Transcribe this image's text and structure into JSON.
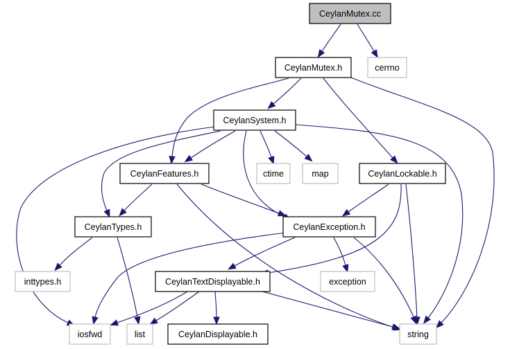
{
  "colors": {
    "edge": "#191970",
    "root_fill": "#bfbfbf",
    "system_border": "#bfbfbf",
    "local_border": "#000000"
  },
  "nodes": [
    {
      "id": "ceylan_mutex_cc",
      "label": "CeylanMutex.cc",
      "kind": "root"
    },
    {
      "id": "ceylan_mutex_h",
      "label": "CeylanMutex.h",
      "kind": "local"
    },
    {
      "id": "cerrno",
      "label": "cerrno",
      "kind": "system"
    },
    {
      "id": "ceylan_system_h",
      "label": "CeylanSystem.h",
      "kind": "local"
    },
    {
      "id": "ceylan_features_h",
      "label": "CeylanFeatures.h",
      "kind": "local"
    },
    {
      "id": "ctime",
      "label": "ctime",
      "kind": "system"
    },
    {
      "id": "map",
      "label": "map",
      "kind": "system"
    },
    {
      "id": "ceylan_lockable_h",
      "label": "CeylanLockable.h",
      "kind": "local"
    },
    {
      "id": "ceylan_types_h",
      "label": "CeylanTypes.h",
      "kind": "local"
    },
    {
      "id": "ceylan_exception_h",
      "label": "CeylanException.h",
      "kind": "local"
    },
    {
      "id": "inttypes_h",
      "label": "inttypes.h",
      "kind": "system"
    },
    {
      "id": "ceylan_text_displayable_h",
      "label": "CeylanTextDisplayable.h",
      "kind": "local"
    },
    {
      "id": "exception",
      "label": "exception",
      "kind": "system"
    },
    {
      "id": "iosfwd",
      "label": "iosfwd",
      "kind": "system"
    },
    {
      "id": "list",
      "label": "list",
      "kind": "system"
    },
    {
      "id": "ceylan_displayable_h",
      "label": "CeylanDisplayable.h",
      "kind": "local"
    },
    {
      "id": "string",
      "label": "string",
      "kind": "system"
    }
  ],
  "edges": [
    {
      "from": "ceylan_mutex_cc",
      "to": "ceylan_mutex_h"
    },
    {
      "from": "ceylan_mutex_cc",
      "to": "cerrno"
    },
    {
      "from": "ceylan_mutex_h",
      "to": "ceylan_system_h"
    },
    {
      "from": "ceylan_mutex_h",
      "to": "ceylan_features_h"
    },
    {
      "from": "ceylan_mutex_h",
      "to": "ceylan_lockable_h"
    },
    {
      "from": "ceylan_mutex_h",
      "to": "string"
    },
    {
      "from": "ceylan_system_h",
      "to": "ceylan_features_h"
    },
    {
      "from": "ceylan_system_h",
      "to": "ceylan_types_h"
    },
    {
      "from": "ceylan_system_h",
      "to": "ceylan_exception_h"
    },
    {
      "from": "ceylan_system_h",
      "to": "ctime"
    },
    {
      "from": "ceylan_system_h",
      "to": "map"
    },
    {
      "from": "ceylan_system_h",
      "to": "string"
    },
    {
      "from": "ceylan_system_h",
      "to": "iosfwd"
    },
    {
      "from": "ceylan_features_h",
      "to": "ceylan_types_h"
    },
    {
      "from": "ceylan_features_h",
      "to": "ceylan_exception_h"
    },
    {
      "from": "ceylan_features_h",
      "to": "string"
    },
    {
      "from": "ceylan_lockable_h",
      "to": "ceylan_exception_h"
    },
    {
      "from": "ceylan_lockable_h",
      "to": "ceylan_text_displayable_h"
    },
    {
      "from": "ceylan_lockable_h",
      "to": "string"
    },
    {
      "from": "ceylan_types_h",
      "to": "inttypes_h"
    },
    {
      "from": "ceylan_types_h",
      "to": "list"
    },
    {
      "from": "ceylan_exception_h",
      "to": "ceylan_text_displayable_h"
    },
    {
      "from": "ceylan_exception_h",
      "to": "exception"
    },
    {
      "from": "ceylan_exception_h",
      "to": "string"
    },
    {
      "from": "ceylan_exception_h",
      "to": "iosfwd"
    },
    {
      "from": "ceylan_text_displayable_h",
      "to": "iosfwd"
    },
    {
      "from": "ceylan_text_displayable_h",
      "to": "list"
    },
    {
      "from": "ceylan_text_displayable_h",
      "to": "ceylan_displayable_h"
    },
    {
      "from": "ceylan_text_displayable_h",
      "to": "string"
    }
  ]
}
